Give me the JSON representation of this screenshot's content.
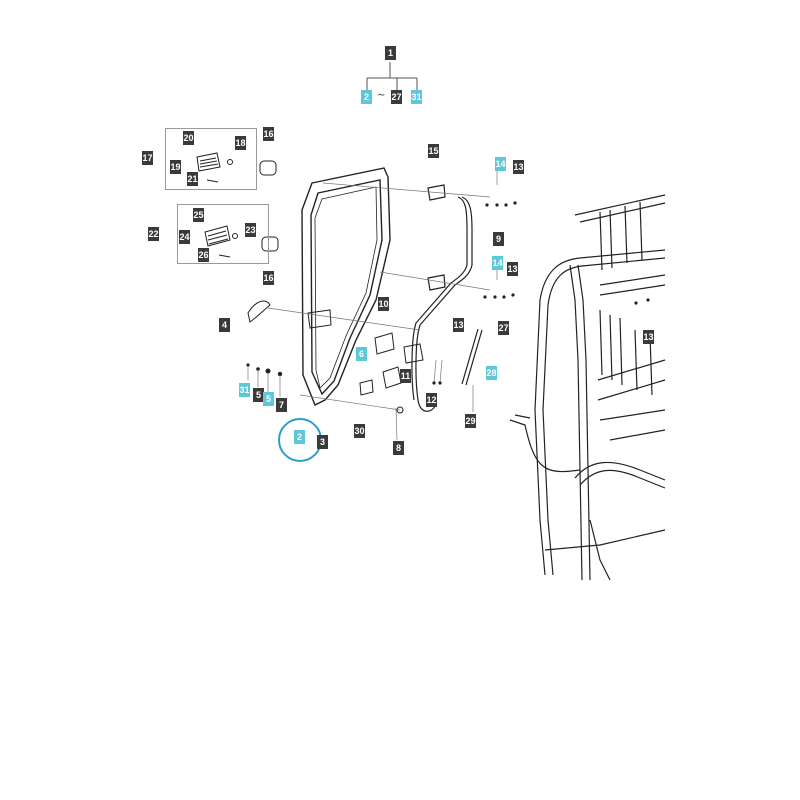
{
  "colors": {
    "label_dark": "#3a3a3a",
    "label_highlight": "#5ec7d8",
    "selection_circle": "#2a9fc9",
    "line": "#222222",
    "leader": "#777777"
  },
  "header": {
    "root": "1",
    "range_start": "2",
    "range_sep": "~",
    "range_mid": "27",
    "range_end": "31"
  },
  "callouts": [
    {
      "id": "c-20a",
      "text": "20",
      "hl": false
    },
    {
      "id": "c-16a",
      "text": "16",
      "hl": false
    },
    {
      "id": "c-17",
      "text": "17",
      "hl": false
    },
    {
      "id": "c-18",
      "text": "18",
      "hl": false
    },
    {
      "id": "c-19",
      "text": "19",
      "hl": false
    },
    {
      "id": "c-21",
      "text": "21",
      "hl": false
    },
    {
      "id": "c-15",
      "text": "15",
      "hl": false
    },
    {
      "id": "c-14a",
      "text": "14",
      "hl": true
    },
    {
      "id": "c-13a",
      "text": "13",
      "hl": false
    },
    {
      "id": "c-25",
      "text": "25",
      "hl": false
    },
    {
      "id": "c-22",
      "text": "22",
      "hl": false
    },
    {
      "id": "c-24",
      "text": "24",
      "hl": false
    },
    {
      "id": "c-23",
      "text": "23",
      "hl": false
    },
    {
      "id": "c-26",
      "text": "26",
      "hl": false
    },
    {
      "id": "c-9",
      "text": "9",
      "hl": false
    },
    {
      "id": "c-14b",
      "text": "14",
      "hl": true
    },
    {
      "id": "c-13b",
      "text": "13",
      "hl": false
    },
    {
      "id": "c-16b",
      "text": "16",
      "hl": false
    },
    {
      "id": "c-10",
      "text": "10",
      "hl": false
    },
    {
      "id": "c-4",
      "text": "4",
      "hl": false
    },
    {
      "id": "c-13c",
      "text": "13",
      "hl": false
    },
    {
      "id": "c-27",
      "text": "27",
      "hl": false
    },
    {
      "id": "c-13d",
      "text": "13",
      "hl": false
    },
    {
      "id": "c-6",
      "text": "6",
      "hl": true
    },
    {
      "id": "c-11",
      "text": "11",
      "hl": false
    },
    {
      "id": "c-12",
      "text": "12",
      "hl": false
    },
    {
      "id": "c-28",
      "text": "28",
      "hl": true
    },
    {
      "id": "c-31",
      "text": "31",
      "hl": true
    },
    {
      "id": "c-5a",
      "text": "5",
      "hl": false
    },
    {
      "id": "c-5b",
      "text": "5",
      "hl": true
    },
    {
      "id": "c-7",
      "text": "7",
      "hl": false
    },
    {
      "id": "c-2",
      "text": "2",
      "hl": true
    },
    {
      "id": "c-3",
      "text": "3",
      "hl": false
    },
    {
      "id": "c-30",
      "text": "30",
      "hl": false
    },
    {
      "id": "c-8",
      "text": "8",
      "hl": false
    },
    {
      "id": "c-29",
      "text": "29",
      "hl": false
    }
  ]
}
